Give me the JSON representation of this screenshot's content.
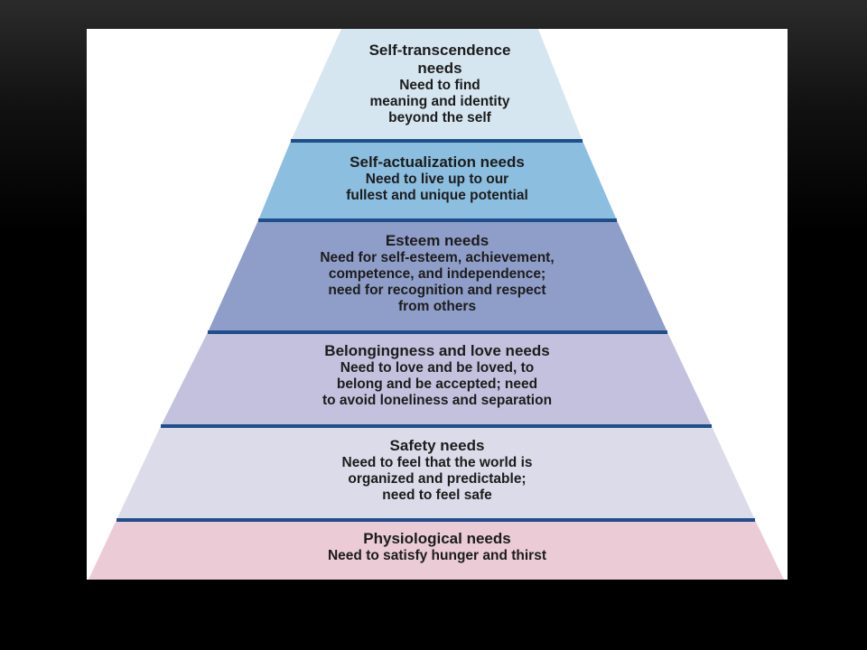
{
  "colors": {
    "separator": "#1f4f8a",
    "tiers": [
      "#d6e6f1",
      "#8cbedf",
      "#8f9ec9",
      "#c3c1dd",
      "#dcdbe9",
      "#eacbd6"
    ]
  },
  "tiers": [
    {
      "title": "Self-transcendence\nneeds",
      "description": "Need to find\nmeaning and identity\nbeyond the self"
    },
    {
      "title": "Self-actualization needs",
      "description": "Need to live up to our\nfullest and unique potential"
    },
    {
      "title": "Esteem needs",
      "description": "Need for self-esteem, achievement,\ncompetence, and independence;\nneed for recognition and respect\nfrom others"
    },
    {
      "title": "Belongingness and love needs",
      "description": "Need to love and be loved, to\nbelong and be accepted; need\nto avoid loneliness and separation"
    },
    {
      "title": "Safety needs",
      "description": "Need to feel that the world is\norganized and predictable;\nneed to feel safe"
    },
    {
      "title": "Physiological needs",
      "description": "Need to satisfy hunger and thirst"
    }
  ]
}
